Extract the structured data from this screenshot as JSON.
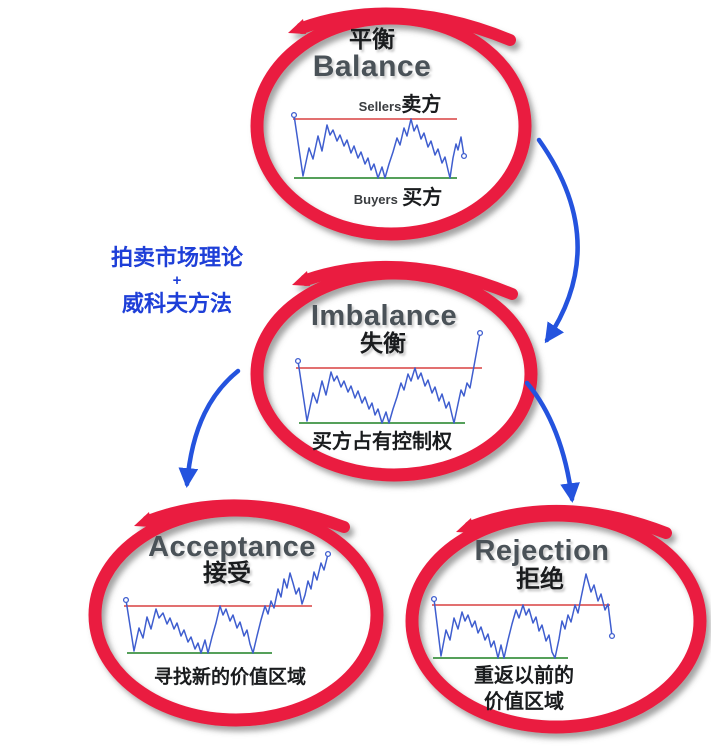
{
  "colors": {
    "circle_red": "#ea1d40",
    "arrow_blue": "#2453de",
    "note_blue": "#1e3fd8",
    "heading_gray": "#4a5258",
    "text_black": "#1a1c1e",
    "price_line_blue": "#3f5ecf",
    "resistance_red": "#e27070",
    "support_green": "#55a05a"
  },
  "side_note": {
    "line1": "拍卖市场理论",
    "line2": "+",
    "line3": "威科夫方法"
  },
  "nodes": {
    "balance": {
      "title_zh": "平衡",
      "title_en": "Balance",
      "sellers_en": "Sellers",
      "sellers_zh": "卖方",
      "buyers_en": "Buyers",
      "buyers_zh": "买方"
    },
    "imbalance": {
      "title_en": "Imbalance",
      "title_zh": "失衡",
      "caption": "买方占有控制权"
    },
    "acceptance": {
      "title_en": "Acceptance",
      "title_zh": "接受",
      "caption": "寻找新的价值区域"
    },
    "rejection": {
      "title_en": "Rejection",
      "title_zh": "拒绝",
      "caption_line1": "重返以前的",
      "caption_line2": "价值区域"
    }
  },
  "edges": [
    {
      "from": "Balance 平衡",
      "to": "Imbalance 失衡"
    },
    {
      "from": "Imbalance 失衡",
      "to": "Acceptance 接受"
    },
    {
      "from": "Imbalance 失衡",
      "to": "Rejection 拒绝"
    }
  ]
}
